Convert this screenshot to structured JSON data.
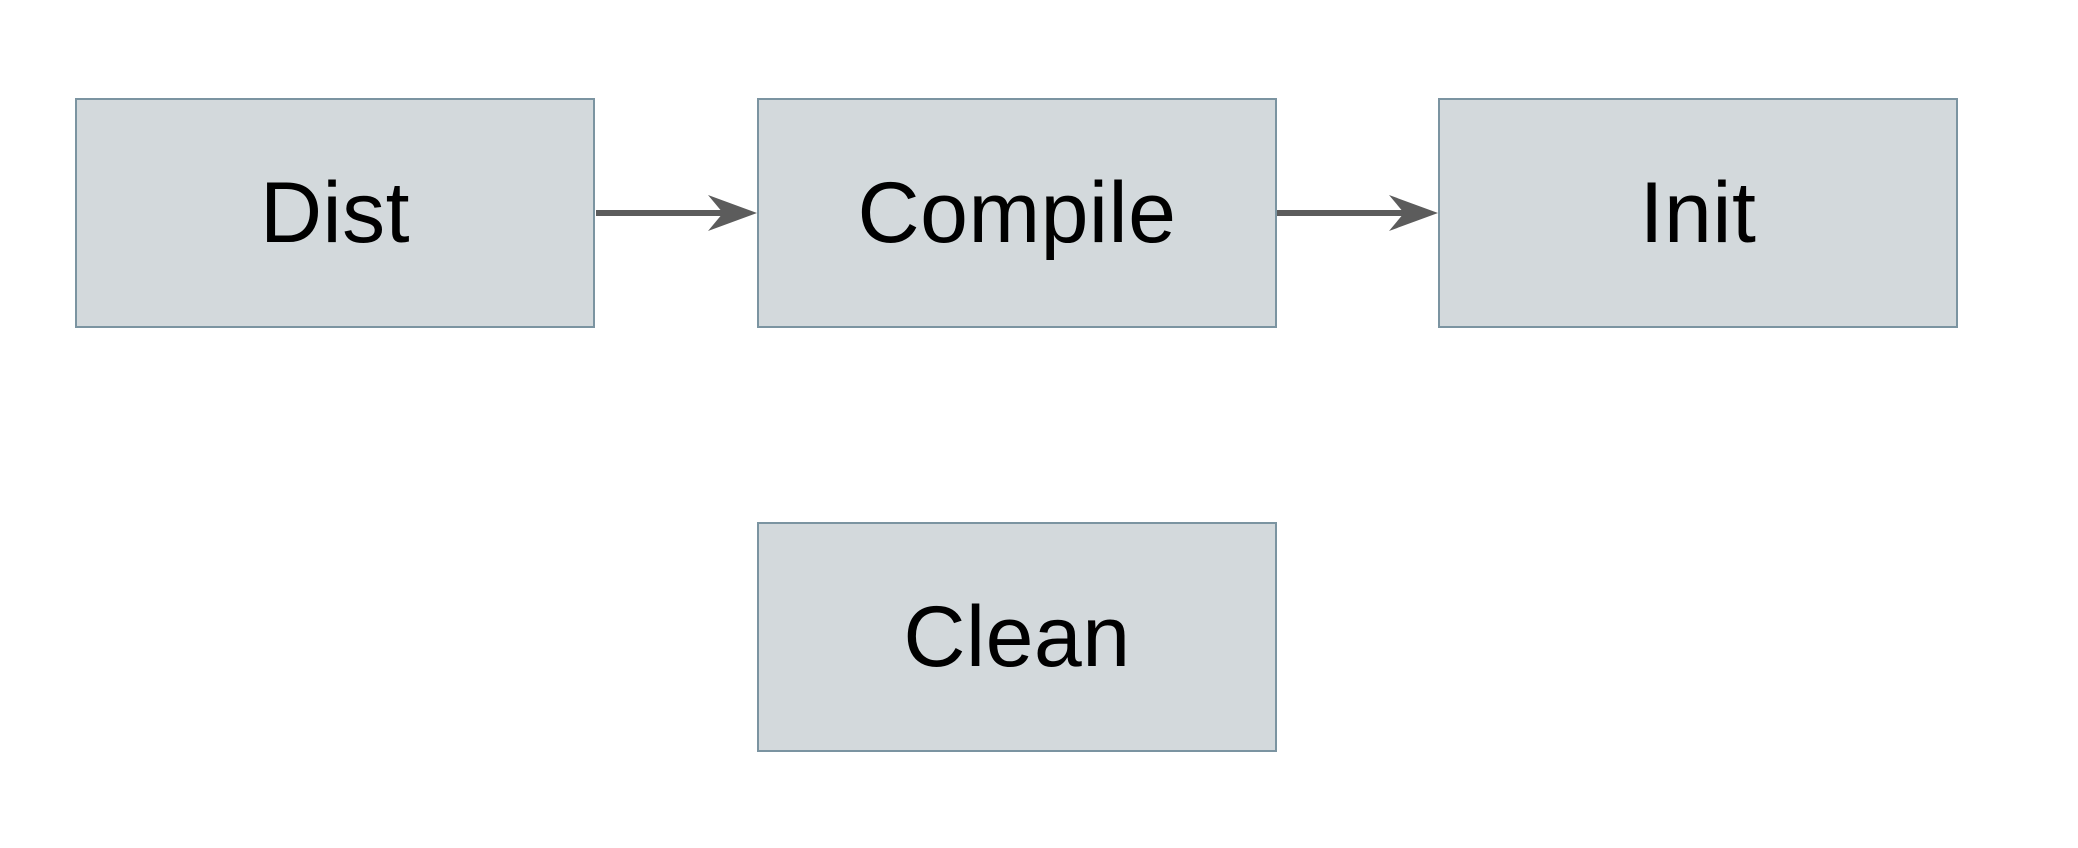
{
  "diagram": {
    "type": "flowchart",
    "nodes": [
      {
        "id": "dist",
        "label": "Dist"
      },
      {
        "id": "compile",
        "label": "Compile"
      },
      {
        "id": "init",
        "label": "Init"
      },
      {
        "id": "clean",
        "label": "Clean"
      }
    ],
    "edges": [
      {
        "from": "dist",
        "to": "compile",
        "style": "solid-arrow-right"
      },
      {
        "from": "compile",
        "to": "init",
        "style": "solid-arrow-right"
      }
    ],
    "colors": {
      "background": "#ffffff",
      "node_fill": "#d3d9dc",
      "node_border": "#7b94a1",
      "arrow_color": "#5c5c5c",
      "text_color": "#000000"
    }
  }
}
